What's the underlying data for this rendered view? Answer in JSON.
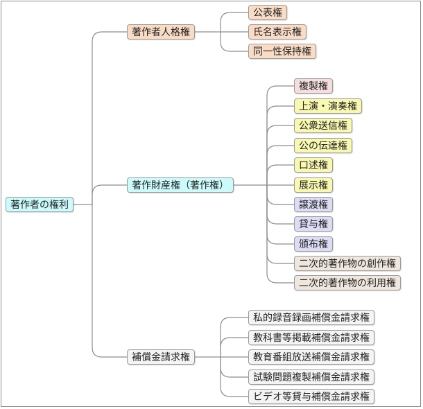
{
  "diagram": {
    "type": "mindmap",
    "root": {
      "label": "著作者の権利",
      "color": "#ccfbfb"
    },
    "branches": [
      {
        "label": "著作者人格権",
        "color": "#fadcc5",
        "children": [
          {
            "label": "公表権",
            "color": "#fadcc5"
          },
          {
            "label": "氏名表示権",
            "color": "#fadcc5"
          },
          {
            "label": "同一性保持権",
            "color": "#fadcc5"
          }
        ]
      },
      {
        "label": "著作財産権（著作権）",
        "color": "#ccfbfb",
        "children": [
          {
            "label": "複製権",
            "color": "#f7dede"
          },
          {
            "label": "上演・演奏権",
            "color": "#f8f8b0"
          },
          {
            "label": "公衆送信権",
            "color": "#f8f8b0"
          },
          {
            "label": "公の伝達権",
            "color": "#f8f8b0"
          },
          {
            "label": "口述権",
            "color": "#f8f8b0"
          },
          {
            "label": "展示権",
            "color": "#f8f8b0"
          },
          {
            "label": "譲渡権",
            "color": "#dcdcf6"
          },
          {
            "label": "貸与権",
            "color": "#dcdcf6"
          },
          {
            "label": "頒布権",
            "color": "#dcdcf6"
          },
          {
            "label": "二次的著作物の創作権",
            "color": "#efe6dd"
          },
          {
            "label": "二次的著作物の利用権",
            "color": "#efe6dd"
          }
        ]
      },
      {
        "label": "補償金請求権",
        "color": "#f4f4f4",
        "children": [
          {
            "label": "私的録音録画補償金請求権",
            "color": "#f4f4f4"
          },
          {
            "label": "教科書等掲載補償金請求権",
            "color": "#f4f4f4"
          },
          {
            "label": "教育番組放送補償金請求権",
            "color": "#f4f4f4"
          },
          {
            "label": "試験問題複製補償金請求権",
            "color": "#f4f4f4"
          },
          {
            "label": "ビデオ等貸与補償金請求権",
            "color": "#f4f4f4"
          }
        ]
      }
    ]
  }
}
